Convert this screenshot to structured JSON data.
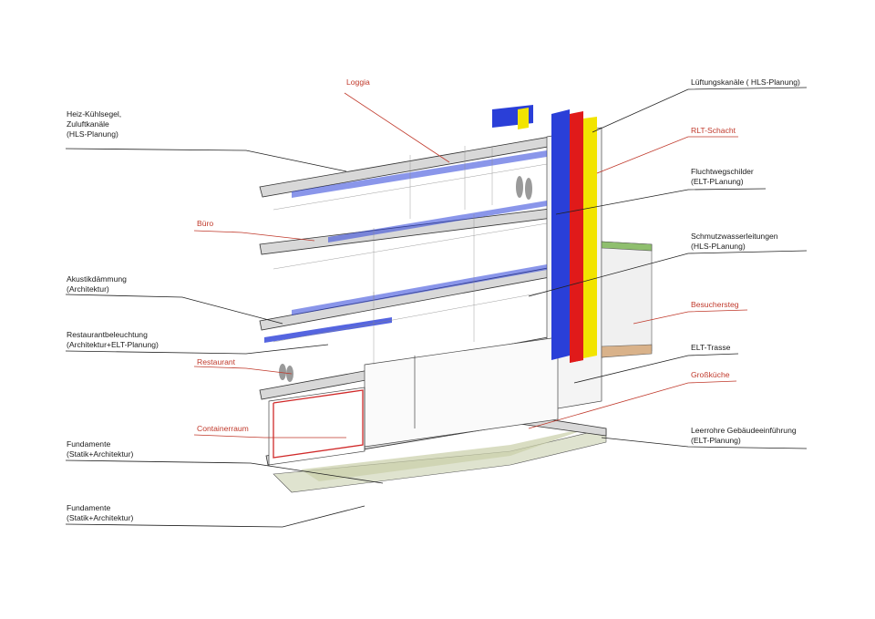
{
  "colors": {
    "accent_label": "#c0392b",
    "duct_blue": "#2a3fd8",
    "shaft_red": "#e01a1a",
    "shaft_yellow": "#f2e400",
    "ground_green": "#c9cfa8",
    "line_dark": "#222222"
  },
  "labels": {
    "loggia": "Loggia",
    "heiz": "Heiz-Kühlsegel,\nZuluftkanäle\n(HLS-Planung)",
    "buero": "Büro",
    "akustik": "Akustikdämmung\n(Architektur)",
    "restaurantbel": "Restaurantbeleuchtung\n(Architektur+ELT-Planung)",
    "restaurant": "Restaurant",
    "containerraum": "Containerraum",
    "fundamente1": "Fundamente\n(Statik+Architektur)",
    "fundamente2": "Fundamente\n(Statik+Architektur)",
    "lueftung": "Lüftungskanäle ( HLS-Planung)",
    "rlt": "RLT-Schacht",
    "flucht": "Fluchtwegschilder\n(ELT-PLanung)",
    "schmutz": "Schmutzwasserleitungen\n(HLS-PLanung)",
    "besuchersteg": "Besuchersteg",
    "elt_trasse": "ELT-Trasse",
    "grosskueche": "Großküche",
    "leerrohre": "Leerrohre Gebäudeeinführung\n(ELT-Planung)"
  }
}
